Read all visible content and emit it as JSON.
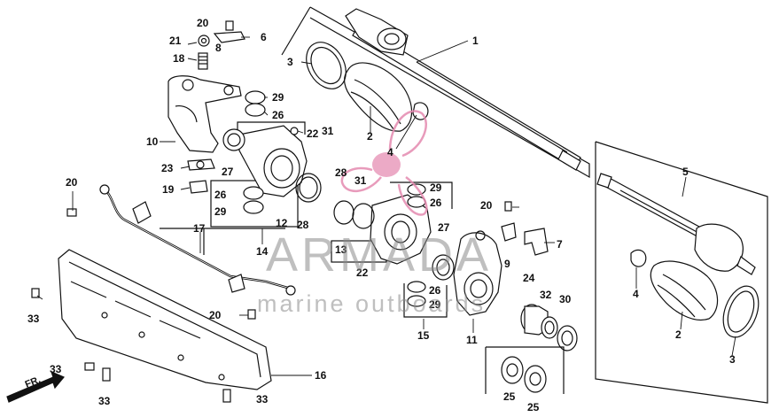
{
  "diagram": {
    "callouts": [
      "1",
      "2",
      "3",
      "4",
      "5",
      "6",
      "7",
      "8",
      "9",
      "10",
      "11",
      "12",
      "13",
      "14",
      "15",
      "16",
      "17",
      "18",
      "19",
      "20",
      "21",
      "22",
      "23",
      "24",
      "25",
      "26",
      "27",
      "28",
      "29",
      "30",
      "31",
      "32",
      "33"
    ],
    "labels": {
      "p1": "1",
      "p2a": "2",
      "p3a": "3",
      "p4a": "4",
      "p5": "5",
      "p2b": "2",
      "p3b": "3",
      "p4b": "4",
      "p6": "6",
      "p7": "7",
      "p8": "8",
      "p9": "9",
      "p10": "10",
      "p11": "11",
      "p12": "12",
      "p13": "13",
      "p14": "14",
      "p15": "15",
      "p16": "16",
      "p17": "17",
      "p18": "18",
      "p19": "19",
      "p20a": "20",
      "p20b": "20",
      "p20c": "20",
      "p20d": "20",
      "p21": "21",
      "p22a": "22",
      "p22b": "22",
      "p23": "23",
      "p24": "24",
      "p25a": "25",
      "p25b": "25",
      "p26a": "26",
      "p26b": "26",
      "p26c": "26",
      "p26d": "26",
      "p27a": "27",
      "p27b": "27",
      "p28a": "28",
      "p28b": "28",
      "p29a": "29",
      "p29b": "29",
      "p29c": "29",
      "p29d": "29",
      "p30": "30",
      "p31a": "31",
      "p31b": "31",
      "p32": "32",
      "p33a": "33",
      "p33b": "33",
      "p33c": "33",
      "p33d": "33"
    },
    "direction_label": "FR."
  },
  "watermark": {
    "brand": "ARMADA",
    "tagline": "marine outboards",
    "accent_color": "#e58ab0",
    "text_color": "#8a8a8a"
  }
}
